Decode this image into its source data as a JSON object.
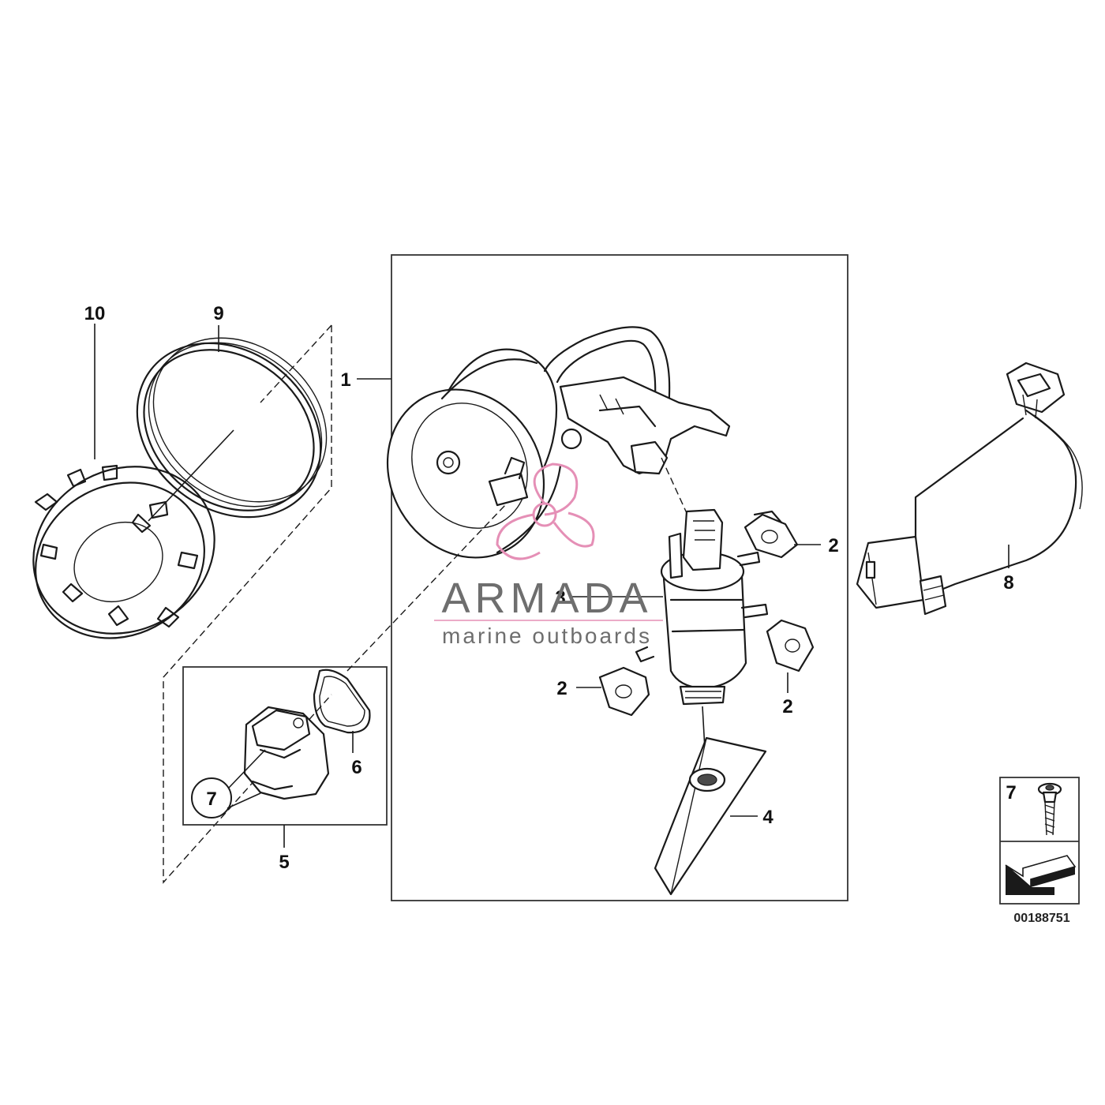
{
  "callouts": {
    "c1": "1",
    "c2a": "2",
    "c2b": "2",
    "c2c": "2",
    "c3": "3",
    "c4": "4",
    "c5": "5",
    "c6": "6",
    "c7": "7",
    "c8": "8",
    "c9": "9",
    "c10": "10",
    "legend7": "7"
  },
  "diagram_number": "00188751",
  "watermark": {
    "brand": "ARMADA",
    "tagline": "marine outboards",
    "accent": "#e58fb6",
    "text_color": "#6e6e6e"
  }
}
